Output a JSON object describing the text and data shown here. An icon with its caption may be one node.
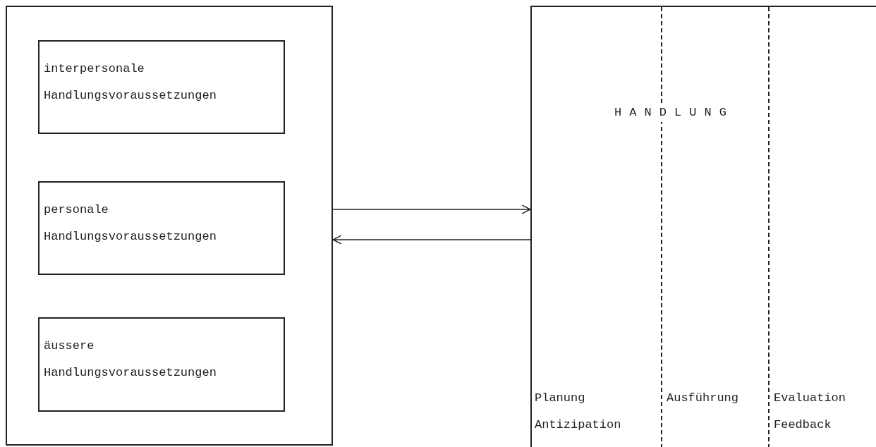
{
  "diagram": {
    "nodes": [
      {
        "text": [],
        "shape": "box"
      },
      {
        "text": [
          "interpersonale Handlungsvoraussetzungen"
        ],
        "in": 0
      },
      {
        "text": [
          "personale Handlungsvoraussetzungen"
        ],
        "in": 0
      },
      {
        "text": [
          "äussere Handlungsvoraussetzungen"
        ],
        "in": 0
      },
      {
        "text": [],
        "shape": "box"
      },
      {
        "text": [
          "Planung Antizipation"
        ],
        "in": 4
      },
      {
        "text": [
          "Ausführung"
        ],
        "in": 4
      },
      {
        "text": [
          "Evaluation Feedback"
        ],
        "in": 4
      }
    ],
    "edges": [
      {
        "from": 0,
        "to": 4,
        "arrow": "to"
      },
      {
        "from": 4,
        "to": 0,
        "arrow": "to"
      }
    ],
    "labels": [
      "HANDLUNG"
    ]
  }
}
